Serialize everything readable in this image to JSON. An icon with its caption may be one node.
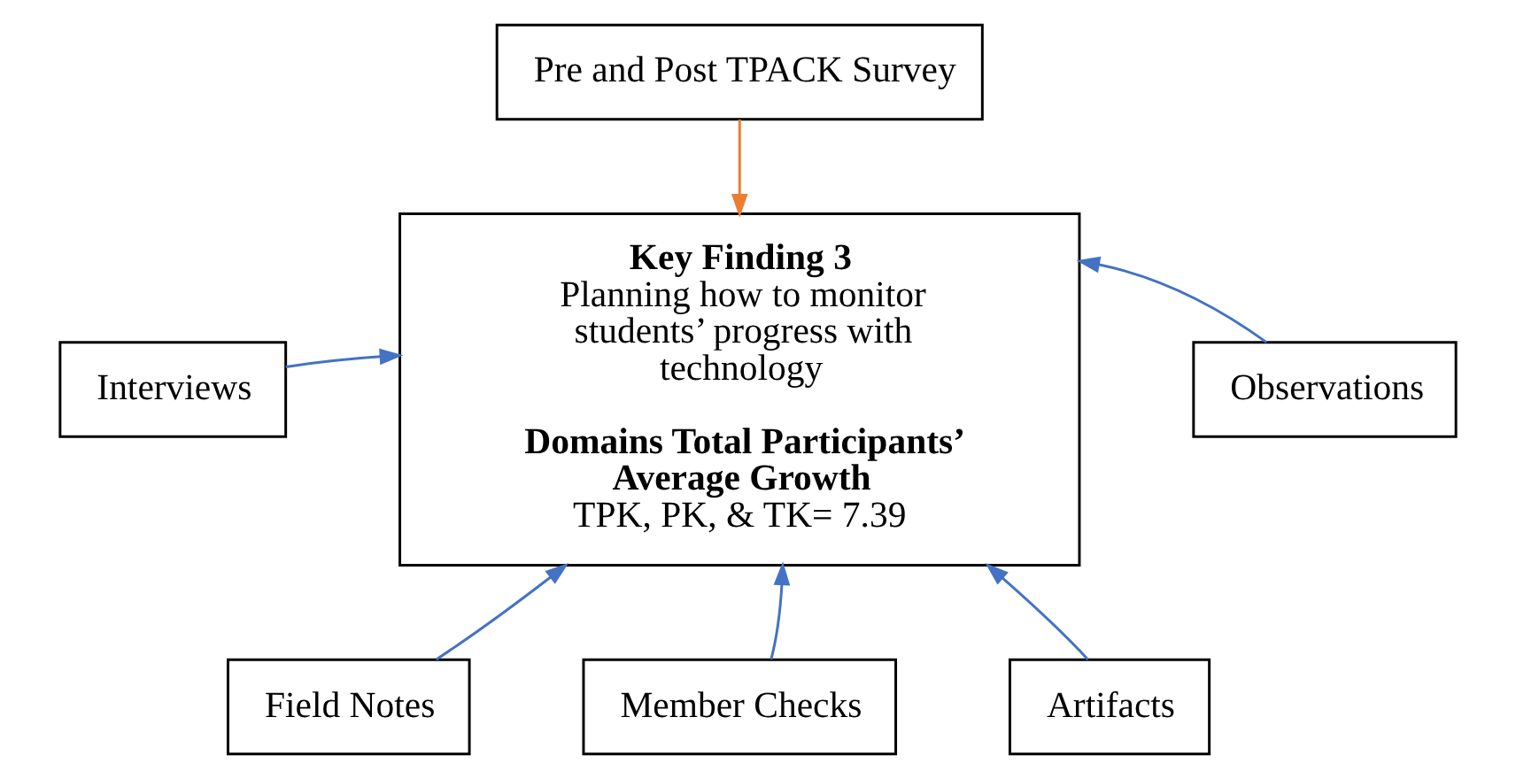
{
  "diagram": {
    "nodes": [
      {
        "text": [
          "Pre and Post TPACK Survey"
        ]
      },
      {
        "text": [
          "Interviews"
        ]
      },
      {
        "text": [
          "Key Finding 3",
          "Planning how to monitor students’ progress with technology",
          "Domains Total Participants’ Average Growth",
          "TPK, PK, & TK= 7.39"
        ]
      },
      {
        "text": [
          "Observations"
        ]
      },
      {
        "text": [
          "Field Notes"
        ]
      },
      {
        "text": [
          "Artifacts"
        ]
      },
      {
        "text": [
          "Member Checks"
        ]
      }
    ],
    "edges": [
      {
        "from": 0,
        "to": 2,
        "arrow": "to",
        "color": "#ed7d31"
      },
      {
        "from": 1,
        "to": 2,
        "arrow": "to"
      },
      {
        "from": 3,
        "to": 2,
        "arrow": "to"
      },
      {
        "from": 4,
        "to": 2,
        "arrow": "to"
      },
      {
        "from": 5,
        "to": 2,
        "arrow": "to"
      },
      {
        "from": 6,
        "to": 2,
        "arrow": "to"
      }
    ]
  }
}
